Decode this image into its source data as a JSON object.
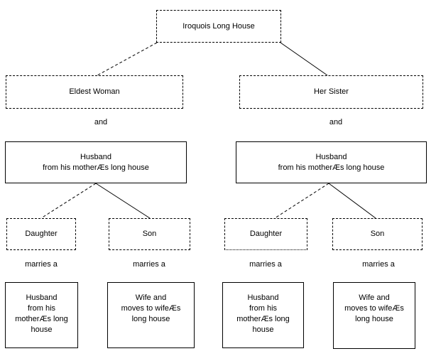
{
  "page": {
    "background_color": "#ffffff",
    "line_color": "#000000",
    "text_color": "#000000"
  },
  "diagram": {
    "root": {
      "label": "Iroquois Long House"
    },
    "generation1": [
      {
        "label": "Eldest Woman"
      },
      {
        "label": "Her Sister"
      }
    ],
    "and_labels": [
      "and",
      "and"
    ],
    "husbands": [
      {
        "lines": [
          "Husband",
          "from his motherÆs long house"
        ]
      },
      {
        "lines": [
          "Husband",
          "from his motherÆs long house"
        ]
      }
    ],
    "children": [
      {
        "label": "Daughter"
      },
      {
        "label": "Son"
      },
      {
        "label": "Daughter"
      },
      {
        "label": "Son"
      }
    ],
    "marries_labels": [
      "marries a",
      "marries a",
      "marries a",
      "marries a"
    ],
    "spouses": [
      {
        "lines": [
          "Husband",
          "from his",
          "motherÆs long",
          "house"
        ]
      },
      {
        "lines": [
          "Wife and",
          "moves to wifeÆs",
          "long house"
        ]
      },
      {
        "lines": [
          "Husband",
          "from his",
          "motherÆs long",
          "house"
        ]
      },
      {
        "lines": [
          "Wife and",
          "moves to wifeÆs",
          "long house"
        ]
      }
    ]
  }
}
